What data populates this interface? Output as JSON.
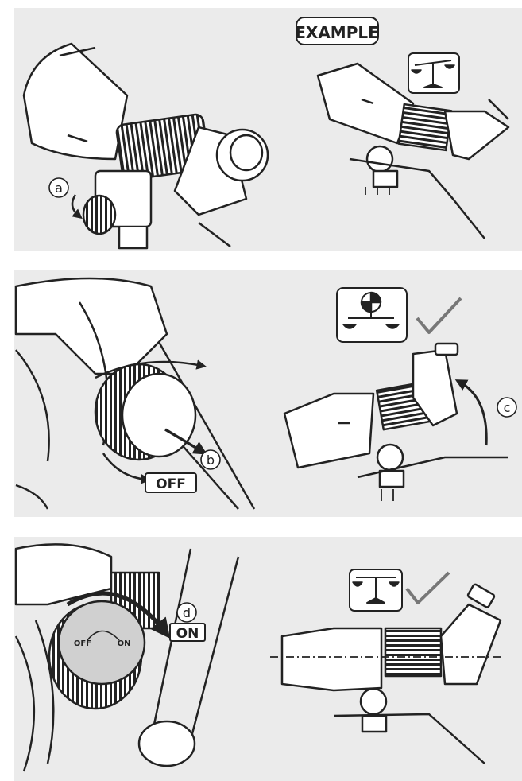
{
  "header": {
    "example_label": "EXAMPLE"
  },
  "steps": {
    "a": {
      "marker": "a"
    },
    "b": {
      "marker": "b",
      "off_label": "OFF"
    },
    "c": {
      "marker": "c"
    },
    "d": {
      "marker": "d",
      "on_label": "ON"
    }
  },
  "knob_closeup": {
    "off_text": "OFF",
    "on_text": "ON"
  },
  "icons": {
    "panel1": "balance-scale-tilted-icon",
    "panel2": "balance-with-center-of-gravity-icon",
    "panel3": "balance-scale-level-icon",
    "check": "check-mark-icon"
  },
  "colors": {
    "line": "#222222",
    "panel": "#ebebeb",
    "fill": "#ffffff"
  }
}
